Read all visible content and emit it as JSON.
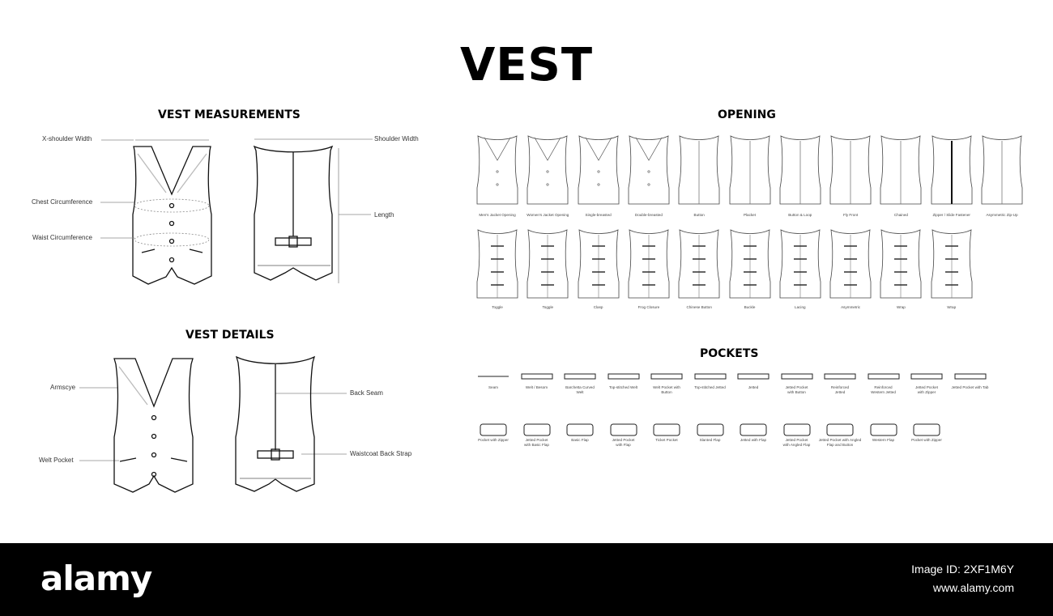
{
  "title": "VEST",
  "measurements": {
    "heading": "VEST MEASUREMENTS",
    "labels": {
      "x_shoulder": "X-shoulder Width",
      "chest": "Chest Circumference",
      "waist": "Waist Circumference",
      "shoulder": "Shoulder Width",
      "length": "Length"
    }
  },
  "details": {
    "heading": "VEST DETAILS",
    "labels": {
      "armscye": "Armscye",
      "welt_pocket": "Welt Pocket",
      "back_seam": "Back Seam",
      "back_strap": "Waistcoat Back Strap"
    }
  },
  "opening": {
    "heading": "OPENING",
    "row1": [
      "Men's Jacket Opening",
      "Women's Jacket Opening",
      "Single-breasted",
      "Double-breasted",
      "Button",
      "Placket",
      "Button & Loop",
      "Fly Front",
      "Chained",
      "Zipper / Slide Fastener",
      "Asymmetric Zip-Up"
    ],
    "row2": [
      "Toggle",
      "Toggle",
      "Clasp",
      "Frog Closure",
      "Chinese Button",
      "Buckle",
      "Lacing",
      "Asymmetric",
      "Wrap",
      "Wrap"
    ]
  },
  "pockets": {
    "heading": "POCKETS",
    "row1": [
      [
        "Seam"
      ],
      [
        "Welt / Besom"
      ],
      [
        "Barchetta Curved",
        "Welt"
      ],
      [
        "Top-stitched Welt"
      ],
      [
        "Welt Pocket with",
        "Button"
      ],
      [
        "Top-stitched Jetted"
      ],
      [
        "Jetted"
      ],
      [
        "Jetted Pocket",
        "with Button"
      ],
      [
        "Reinforced",
        "Jetted"
      ],
      [
        "Reinforced",
        "Western Jetted"
      ],
      [
        "Jetted Pocket",
        "with Zipper"
      ],
      [
        "Jetted Pocket with Tab"
      ]
    ],
    "row2": [
      [
        "Pocket with Zipper"
      ],
      [
        "Jetted Pocket",
        "with Basic Flap"
      ],
      [
        "Basic Flap"
      ],
      [
        "Jetted Pocket",
        "with Flap"
      ],
      [
        "Ticket Pocket"
      ],
      [
        "Slanted Flap"
      ],
      [
        "Jetted with Flap"
      ],
      [
        "Jetted Pocket",
        "with Angled Flap"
      ],
      [
        "Jetted Pocket with Angled",
        "Flap and Button"
      ],
      [
        "Western Flap"
      ],
      [
        "Pocket with Zipper"
      ]
    ]
  },
  "footer": {
    "brand": "alamy",
    "image_id": "Image ID: 2XF1M6Y",
    "site": "www.alamy.com"
  },
  "colors": {
    "ink": "#111111",
    "footer_bg": "#000000",
    "footer_text": "#ffffff",
    "guide": "#8a8a8a"
  }
}
